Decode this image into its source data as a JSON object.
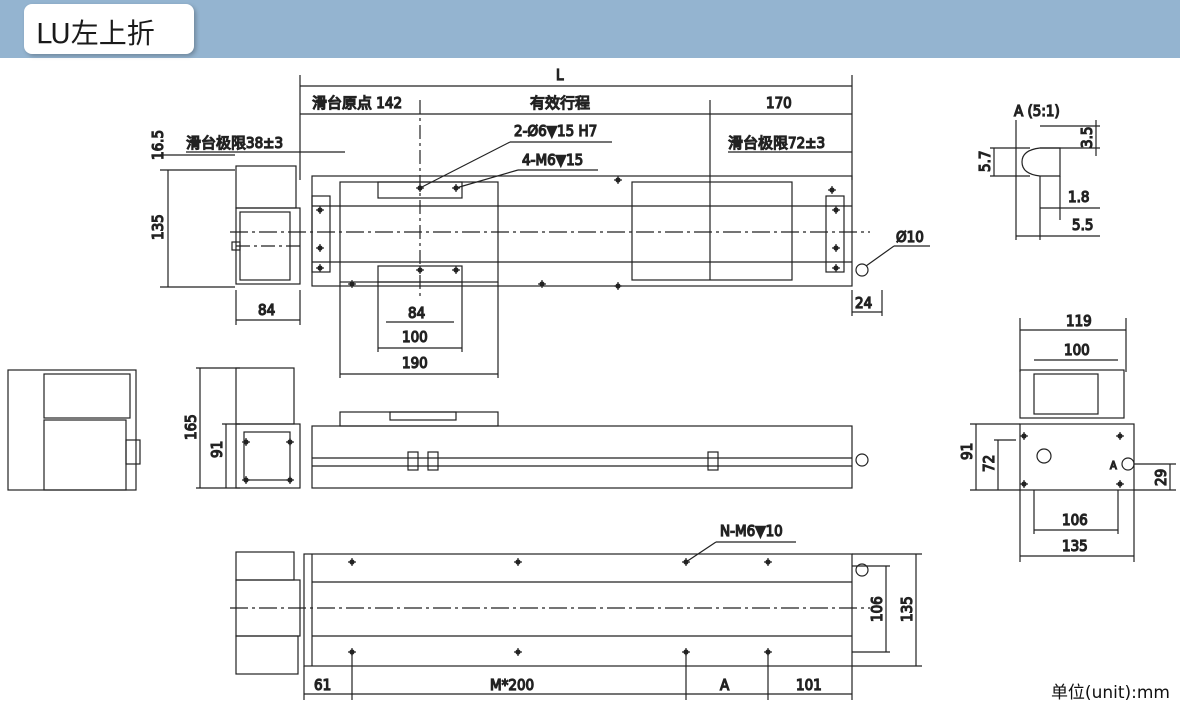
{
  "header": {
    "title": "LU左上折"
  },
  "unit_note": "单位(unit):mm",
  "top_view": {
    "L": "L",
    "origin": "滑台原点 142",
    "stroke": "有效行程",
    "d170": "170",
    "pin_hole": "2-Ø6▼15 H7",
    "tap_hole": "4-M6▼15",
    "limit_left": "滑台极限38±3",
    "limit_right": "滑台极限72±3",
    "d16_5": "16.5",
    "d135": "135",
    "d84a": "84",
    "d84b": "84",
    "d100": "100",
    "d190": "190",
    "d10": "Ø10",
    "d24": "24"
  },
  "detail": {
    "label": "A (5:1)",
    "d3_5": "3.5",
    "d5_7": "5.7",
    "d1_8": "1.8",
    "d5_5": "5.5"
  },
  "front_view": {
    "d165": "165",
    "d91": "91"
  },
  "side_view": {
    "d119": "119",
    "d100": "100",
    "d91": "91",
    "d72": "72",
    "d29": "29",
    "d106": "106",
    "d135": "135",
    "mark_A": "A"
  },
  "bottom_view": {
    "tap": "N-M6▼10",
    "d61": "61",
    "pitch": "M*200",
    "dA": "A",
    "d101": "101",
    "d106": "106",
    "d135": "135"
  }
}
